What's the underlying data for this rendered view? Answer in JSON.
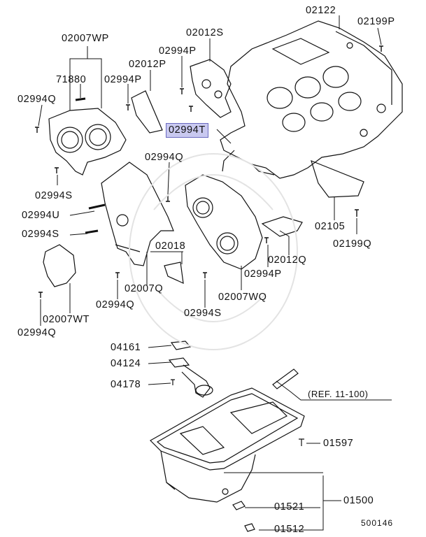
{
  "labels": {
    "p02122": "02122",
    "p02199P": "02199P",
    "p02007WP": "02007WP",
    "p02012S": "02012S",
    "p02994P_a": "02994P",
    "p71880": "71880",
    "p02994P_b": "02994P",
    "p02012P": "02012P",
    "p02994Q_a": "02994Q",
    "p02994T": "02994T",
    "p02994Q_b": "02994Q",
    "p02994S_a": "02994S",
    "p02994U": "02994U",
    "p02994S_b": "02994S",
    "p02105": "02105",
    "p02199Q": "02199Q",
    "p02012Q": "02012Q",
    "p02018": "02018",
    "p02994P_c": "02994P",
    "p02007Q": "02007Q",
    "p02007WQ": "02007WQ",
    "p02994Q_c": "02994Q",
    "p02994S_c": "02994S",
    "p02007WT": "02007WT",
    "p02994Q_d": "02994Q",
    "p04161": "04161",
    "p04124": "04124",
    "p04178": "04178",
    "p01597": "01597",
    "p01521": "01521",
    "p01500": "01500",
    "p01512": "01512"
  },
  "reference_note": "(REF. 11-100)",
  "diagram_code": "500146",
  "highlight_color": "#c9c9f0"
}
